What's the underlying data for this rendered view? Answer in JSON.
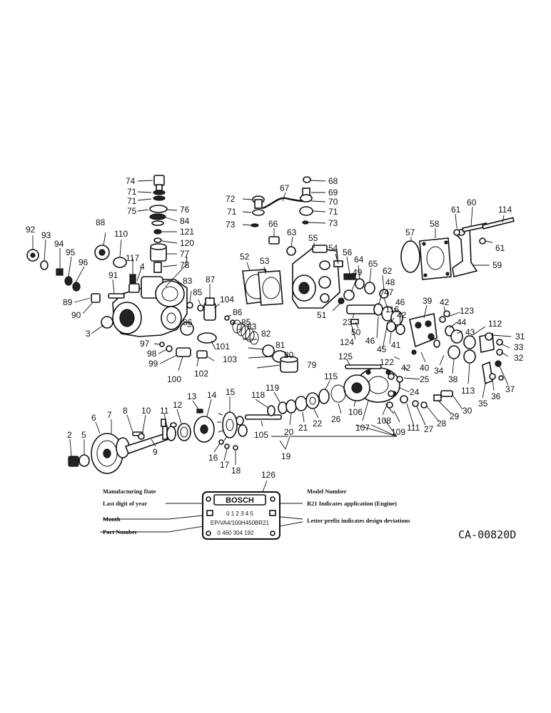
{
  "diagram": {
    "code": "CA-00820D",
    "callouts": [
      {
        "n": "74"
      },
      {
        "n": "71"
      },
      {
        "n": "71"
      },
      {
        "n": "75"
      },
      {
        "n": "76"
      },
      {
        "n": "84"
      },
      {
        "n": "121"
      },
      {
        "n": "120"
      },
      {
        "n": "77"
      },
      {
        "n": "78"
      },
      {
        "n": "88"
      },
      {
        "n": "110"
      },
      {
        "n": "117"
      },
      {
        "n": "4"
      },
      {
        "n": "1"
      },
      {
        "n": "92"
      },
      {
        "n": "93"
      },
      {
        "n": "94"
      },
      {
        "n": "95"
      },
      {
        "n": "96"
      },
      {
        "n": "91"
      },
      {
        "n": "89"
      },
      {
        "n": "90"
      },
      {
        "n": "3"
      },
      {
        "n": "83"
      },
      {
        "n": "85"
      },
      {
        "n": "87"
      },
      {
        "n": "104"
      },
      {
        "n": "86"
      },
      {
        "n": "85"
      },
      {
        "n": "86"
      },
      {
        "n": "83"
      },
      {
        "n": "82"
      },
      {
        "n": "81"
      },
      {
        "n": "80"
      },
      {
        "n": "79"
      },
      {
        "n": "101"
      },
      {
        "n": "103"
      },
      {
        "n": "97"
      },
      {
        "n": "98"
      },
      {
        "n": "99"
      },
      {
        "n": "100"
      },
      {
        "n": "102"
      },
      {
        "n": "72"
      },
      {
        "n": "67"
      },
      {
        "n": "68"
      },
      {
        "n": "69"
      },
      {
        "n": "70"
      },
      {
        "n": "71"
      },
      {
        "n": "71"
      },
      {
        "n": "73"
      },
      {
        "n": "73"
      },
      {
        "n": "66"
      },
      {
        "n": "63"
      },
      {
        "n": "52"
      },
      {
        "n": "53"
      },
      {
        "n": "55"
      },
      {
        "n": "54"
      },
      {
        "n": "56"
      },
      {
        "n": "64"
      },
      {
        "n": "49"
      },
      {
        "n": "65"
      },
      {
        "n": "62"
      },
      {
        "n": "48"
      },
      {
        "n": "47"
      },
      {
        "n": "46"
      },
      {
        "n": "42"
      },
      {
        "n": "116"
      },
      {
        "n": "51"
      },
      {
        "n": "23"
      },
      {
        "n": "50"
      },
      {
        "n": "41"
      },
      {
        "n": "46"
      },
      {
        "n": "45"
      },
      {
        "n": "124"
      },
      {
        "n": "57"
      },
      {
        "n": "58"
      },
      {
        "n": "61"
      },
      {
        "n": "60"
      },
      {
        "n": "114"
      },
      {
        "n": "61"
      },
      {
        "n": "59"
      },
      {
        "n": "39"
      },
      {
        "n": "42"
      },
      {
        "n": "123"
      },
      {
        "n": "44"
      },
      {
        "n": "43"
      },
      {
        "n": "112"
      },
      {
        "n": "31"
      },
      {
        "n": "33"
      },
      {
        "n": "32"
      },
      {
        "n": "34"
      },
      {
        "n": "38"
      },
      {
        "n": "113"
      },
      {
        "n": "37"
      },
      {
        "n": "36"
      },
      {
        "n": "35"
      },
      {
        "n": "40"
      },
      {
        "n": "125"
      },
      {
        "n": "122"
      },
      {
        "n": "42"
      },
      {
        "n": "25"
      },
      {
        "n": "24"
      },
      {
        "n": "30"
      },
      {
        "n": "29"
      },
      {
        "n": "28"
      },
      {
        "n": "27"
      },
      {
        "n": "111"
      },
      {
        "n": "109"
      },
      {
        "n": "108"
      },
      {
        "n": "107"
      },
      {
        "n": "106"
      },
      {
        "n": "26"
      },
      {
        "n": "115"
      },
      {
        "n": "22"
      },
      {
        "n": "21"
      },
      {
        "n": "20"
      },
      {
        "n": "119"
      },
      {
        "n": "118"
      },
      {
        "n": "105"
      },
      {
        "n": "19"
      },
      {
        "n": "13"
      },
      {
        "n": "14"
      },
      {
        "n": "15"
      },
      {
        "n": "12"
      },
      {
        "n": "11"
      },
      {
        "n": "10"
      },
      {
        "n": "8"
      },
      {
        "n": "7"
      },
      {
        "n": "6"
      },
      {
        "n": "2"
      },
      {
        "n": "5"
      },
      {
        "n": "9"
      },
      {
        "n": "16"
      },
      {
        "n": "17"
      },
      {
        "n": "18"
      },
      {
        "n": "126"
      }
    ],
    "nameplate": {
      "brand": "BOSCH",
      "digits": "0 1 2 3 4 5",
      "model_code": "EP/VA4/100H450BR21",
      "part_code": "0 460 304 192",
      "left_labels": {
        "manufacturing_date": "Manufacturing Date",
        "last_digit_year": "Last digit of year",
        "month": "Month",
        "part_number": "Part Number"
      },
      "right_labels": {
        "model_number": "Model Number",
        "r21": "R21   Indicates application (Engine)",
        "letter_prefix": "Letter prefix indicates design deviations"
      }
    }
  }
}
